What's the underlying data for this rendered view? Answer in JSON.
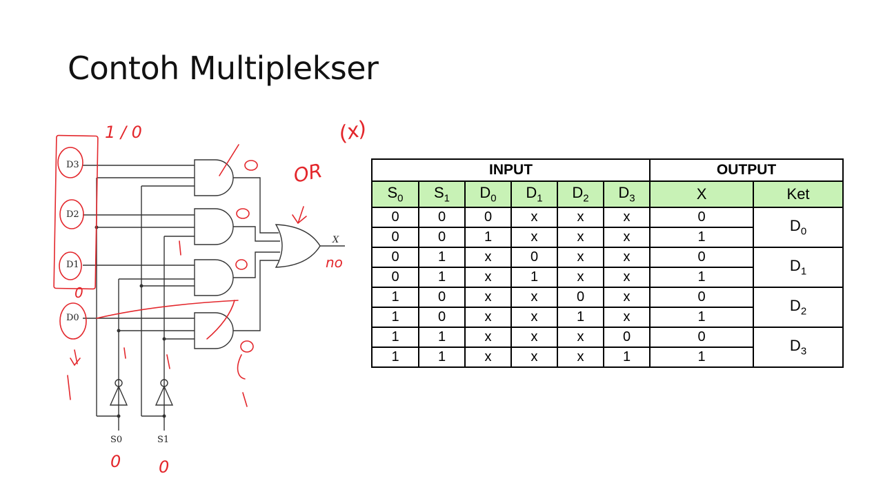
{
  "slide": {
    "title": "Contoh Multiplekser"
  },
  "circuit": {
    "data_inputs": [
      "D3",
      "D2",
      "D1",
      "D0"
    ],
    "select_inputs": [
      "S0",
      "S1"
    ],
    "output_label": "X",
    "annotations": {
      "top_input": "1 / 0",
      "or_note": "OR",
      "x_note": "(x)",
      "or_output": "no",
      "s0_value": "0",
      "s1_value": "0",
      "d0_above": "0"
    }
  },
  "table": {
    "group_headers": [
      "INPUT",
      "OUTPUT"
    ],
    "columns": [
      {
        "base": "S",
        "sub": "0"
      },
      {
        "base": "S",
        "sub": "1"
      },
      {
        "base": "D",
        "sub": "0"
      },
      {
        "base": "D",
        "sub": "1"
      },
      {
        "base": "D",
        "sub": "2"
      },
      {
        "base": "D",
        "sub": "3"
      },
      {
        "base": "X",
        "sub": ""
      },
      {
        "base": "Ket",
        "sub": ""
      }
    ],
    "rows": [
      [
        "0",
        "0",
        "0",
        "x",
        "x",
        "x",
        "0"
      ],
      [
        "0",
        "0",
        "1",
        "x",
        "x",
        "x",
        "1"
      ],
      [
        "0",
        "1",
        "x",
        "0",
        "x",
        "x",
        "0"
      ],
      [
        "0",
        "1",
        "x",
        "1",
        "x",
        "x",
        "1"
      ],
      [
        "1",
        "0",
        "x",
        "x",
        "0",
        "x",
        "0"
      ],
      [
        "1",
        "0",
        "x",
        "x",
        "1",
        "x",
        "1"
      ],
      [
        "1",
        "1",
        "x",
        "x",
        "x",
        "0",
        "0"
      ],
      [
        "1",
        "1",
        "x",
        "x",
        "x",
        "1",
        "1"
      ]
    ],
    "ket": [
      {
        "base": "D",
        "sub": "0"
      },
      {
        "base": "D",
        "sub": "1"
      },
      {
        "base": "D",
        "sub": "2"
      },
      {
        "base": "D",
        "sub": "3"
      }
    ]
  }
}
